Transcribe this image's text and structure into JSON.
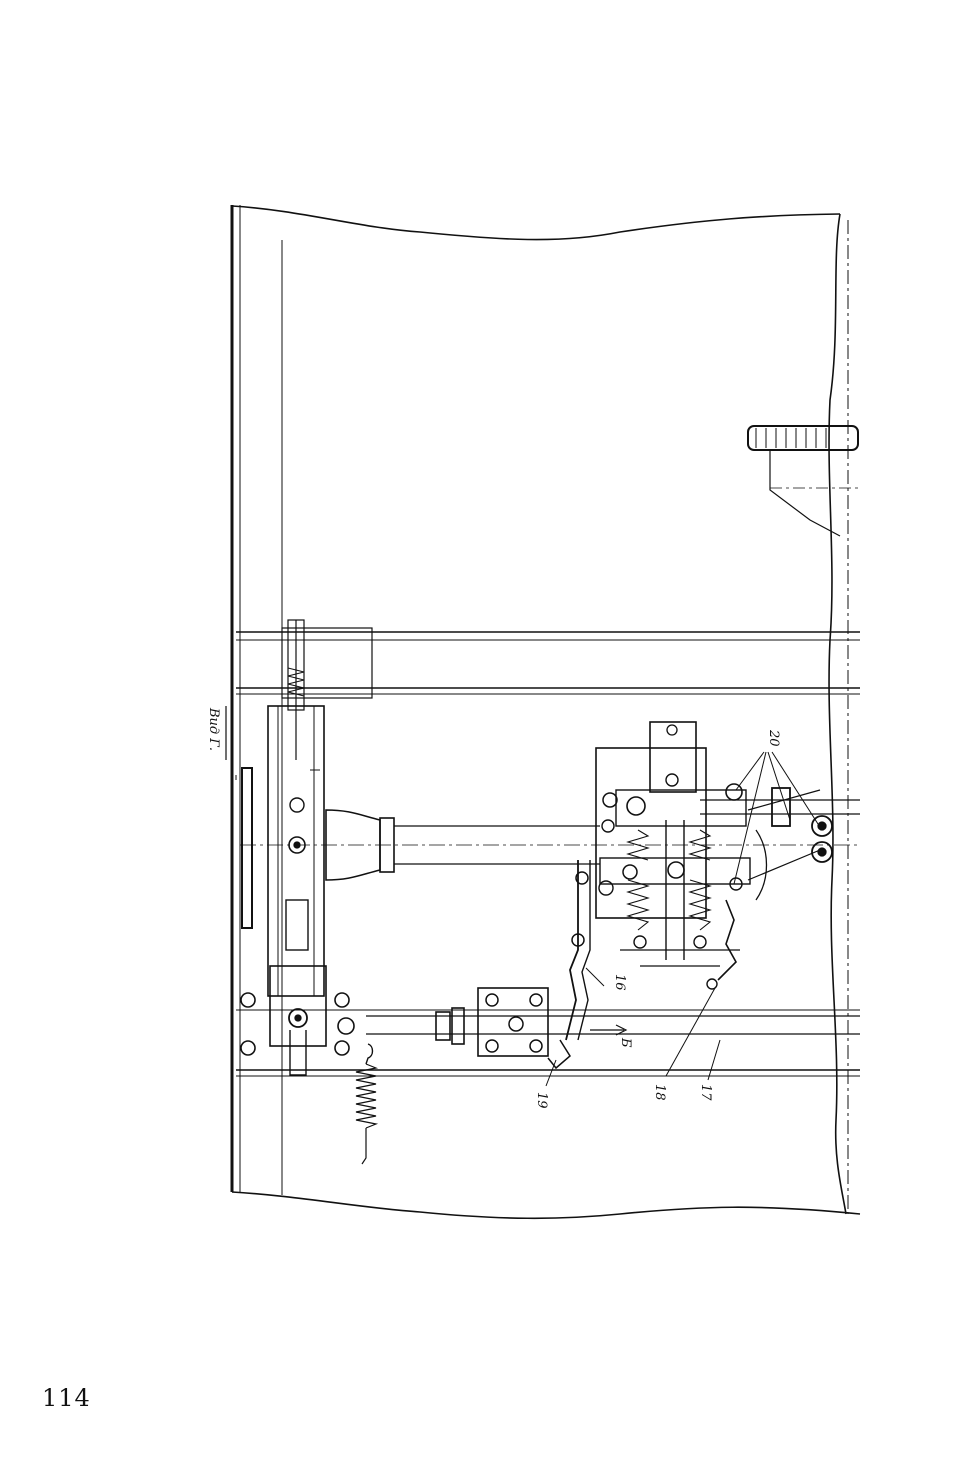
{
  "figure": {
    "view_caption": "Вид Г.",
    "callouts": [
      "16",
      "17",
      "18",
      "19",
      "20"
    ],
    "section_marker": "Б"
  },
  "page_number": "114"
}
